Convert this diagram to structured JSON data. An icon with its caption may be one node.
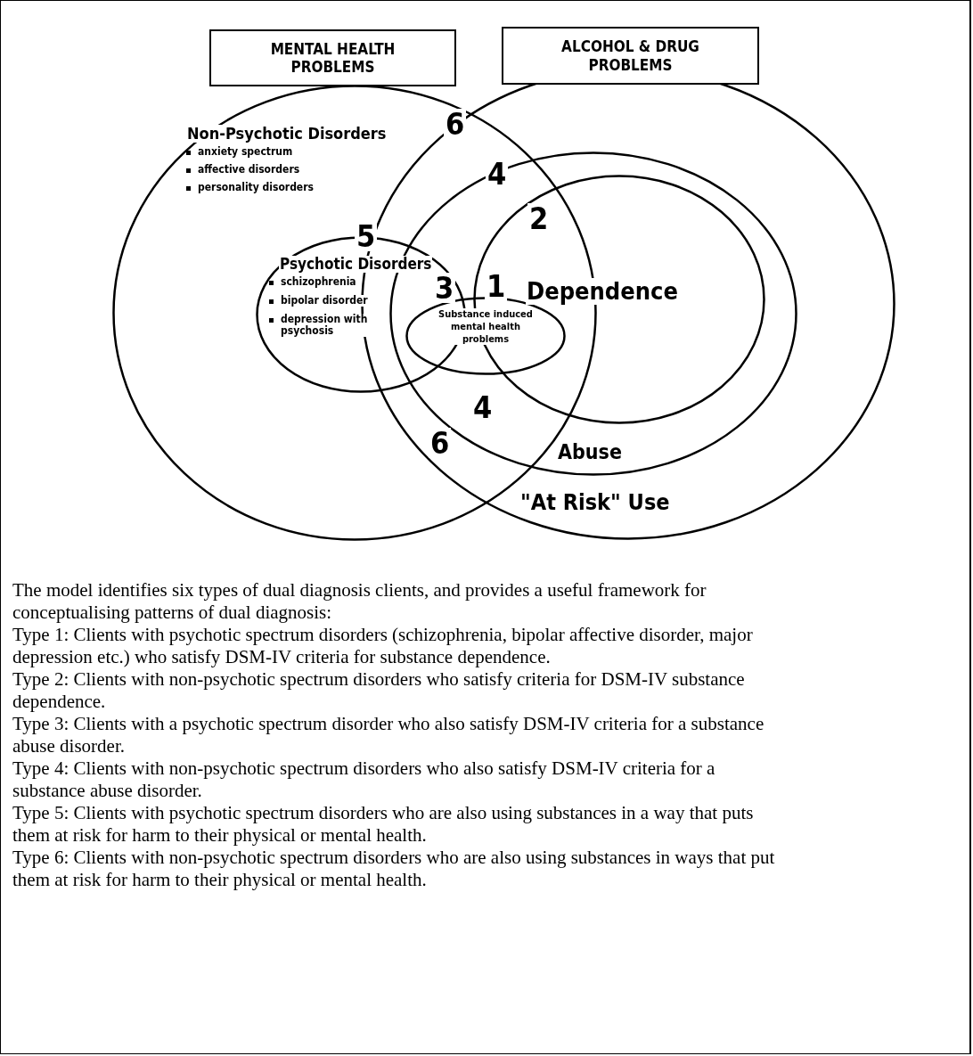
{
  "diagram": {
    "nodes": [
      {
        "text": [
          "MENTAL HEALTH PROBLEMS"
        ]
      },
      {
        "text": [
          "ALCOHOL & DRUG PROBLEMS"
        ]
      },
      {
        "text": [
          "Non-Psychotic Disorders",
          "anxiety spectrum",
          "affective disorders",
          "personality disorders"
        ]
      },
      {
        "text": [
          "\"At Risk\" Use"
        ]
      },
      {
        "text": [
          "Abuse"
        ],
        "in": 3
      },
      {
        "text": [
          "Dependence"
        ],
        "in": 4
      },
      {
        "text": [
          "Psychotic Disorders",
          "schizophrenia",
          "bipolar disorder",
          "depression with psychosis"
        ],
        "in": 2
      },
      {
        "text": [
          "Substance induced mental health problems"
        ]
      }
    ],
    "labels": [
      "6",
      "4",
      "2",
      "5",
      "3",
      "1",
      "4",
      "6",
      "The model identifies six types of dual diagnosis clients, and provides a useful framework for conceptualising patterns of dual diagnosis:",
      "Type 1: Clients with psychotic spectrum disorders (schizophrenia, bipolar affective disorder, major depression etc.) who satisfy DSM-IV criteria for substance dependence.",
      "Type 2: Clients with non-psychotic spectrum disorders who satisfy criteria for DSM-IV substance dependence.",
      "Type 3: Clients with a psychotic spectrum disorder who also satisfy DSM-IV criteria for a substance abuse disorder.",
      "Type 4: Clients with non-psychotic spectrum disorders who also satisfy DSM-IV criteria for a substance abuse disorder.",
      "Type 5: Clients with psychotic spectrum disorders who are also using substances in a way that puts them at risk for harm to their physical or mental health.",
      "Type 6: Clients with non-psychotic spectrum disorders who are also using substances in ways that put them at risk for harm to their physical or mental health."
    ]
  }
}
